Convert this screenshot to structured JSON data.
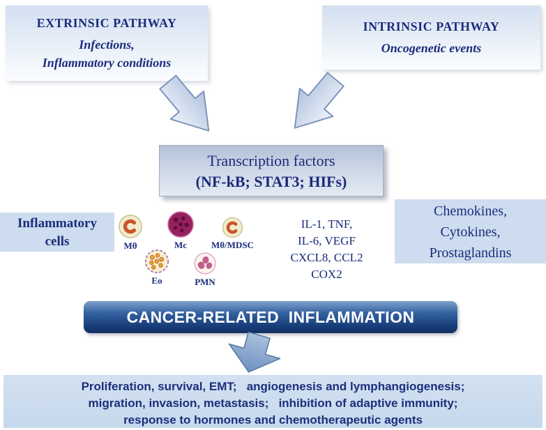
{
  "colors": {
    "navy_text": "#1b2b7c",
    "pathway_box_bg": "#d3dff0",
    "side_label_bg": "#cddcee",
    "banner_dark": "#122f60",
    "banner_light": "#7fa2cd",
    "outcomes_bg": "#cfe0f1",
    "arrow_fill": "#c3d2e6"
  },
  "extrinsic_pathway": {
    "title": "EXTRINSIC PATHWAY",
    "subtitle_line1": "Infections,",
    "subtitle_line2": "Inflammatory conditions"
  },
  "intrinsic_pathway": {
    "title": "INTRINSIC PATHWAY",
    "subtitle": "Oncogenetic events"
  },
  "transcription_factors": {
    "line1": "Transcription factors",
    "line2": "(NF-kB; STAT3; HIFs)"
  },
  "inflammatory_cells": {
    "label_line1": "Inflammatory",
    "label_line2": "cells",
    "cells": [
      {
        "label": "Mθ",
        "icon": "macrophage-cell-icon"
      },
      {
        "label": "Mc",
        "icon": "mast-cell-icon"
      },
      {
        "label": "Mθ/MDSC",
        "icon": "mdsc-cell-icon"
      },
      {
        "label": "Eo",
        "icon": "eosinophil-cell-icon"
      },
      {
        "label": "PMN",
        "icon": "neutrophil-cell-icon"
      }
    ]
  },
  "mediators": [
    "IL-1, TNF,",
    "IL-6, VEGF",
    "CXCL8, CCL2",
    "COX2"
  ],
  "soluble_factors": {
    "line1": "Chemokines,",
    "line2": "Cytokines,",
    "line3": "Prostaglandins"
  },
  "banner": {
    "label": "CANCER-RELATED  INFLAMMATION"
  },
  "outcomes": {
    "line1": "Proliferation, survival, EMT;   angiogenesis and lymphangiogenesis;",
    "line2": "migration, invasion, metastasis;   inhibition of adaptive immunity;",
    "line3": "response to hormones and chemotherapeutic agents"
  }
}
